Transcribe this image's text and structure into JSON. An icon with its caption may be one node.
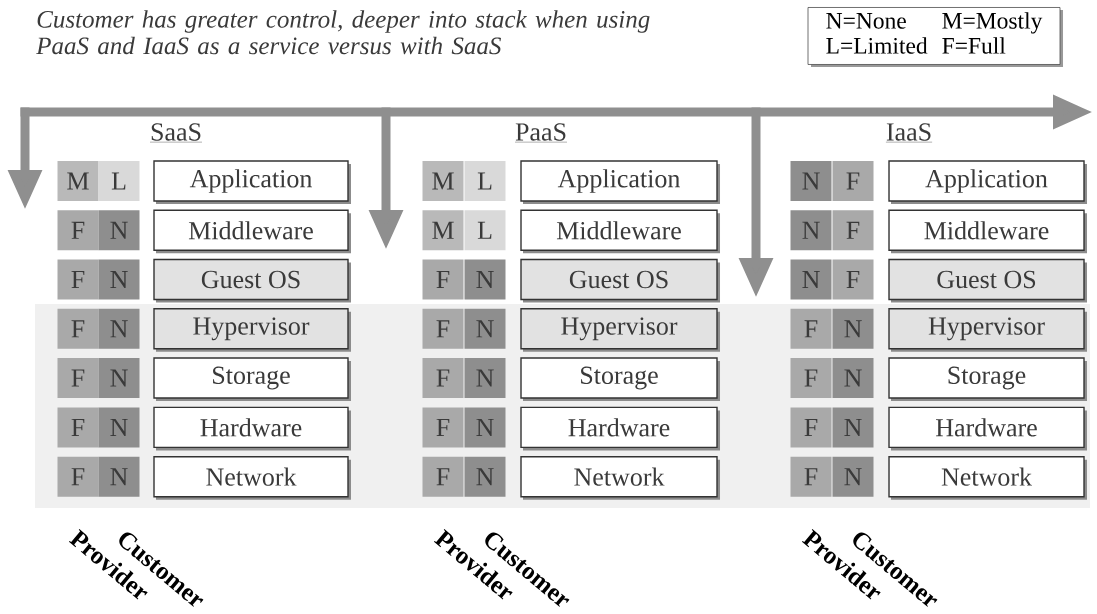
{
  "diagram": {
    "title": "Customer has greater control, deeper into stack when using PaaS and IaaS as a service versus with SaaS",
    "nodes": [
      {
        "text": [
          "N=None",
          "M=Mostly",
          "L=Limited",
          "F=Full"
        ]
      },
      {
        "text": [
          "M"
        ]
      },
      {
        "text": [
          "L"
        ]
      },
      {
        "text": [
          "Application"
        ]
      },
      {
        "text": [
          "F"
        ]
      },
      {
        "text": [
          "N"
        ]
      },
      {
        "text": [
          "Middleware"
        ]
      },
      {
        "text": [
          "F"
        ]
      },
      {
        "text": [
          "N"
        ]
      },
      {
        "text": [
          "Guest OS"
        ]
      },
      {
        "text": [
          "F"
        ]
      },
      {
        "text": [
          "N"
        ]
      },
      {
        "text": [
          "Hypervisor"
        ]
      },
      {
        "text": [
          "F"
        ]
      },
      {
        "text": [
          "N"
        ]
      },
      {
        "text": [
          "Storage"
        ]
      },
      {
        "text": [
          "F"
        ]
      },
      {
        "text": [
          "N"
        ]
      },
      {
        "text": [
          "Hardware"
        ]
      },
      {
        "text": [
          "F"
        ]
      },
      {
        "text": [
          "N"
        ]
      },
      {
        "text": [
          "Network"
        ]
      },
      {
        "text": [
          "M"
        ]
      },
      {
        "text": [
          "L"
        ]
      },
      {
        "text": [
          "Application"
        ]
      },
      {
        "text": [
          "M"
        ]
      },
      {
        "text": [
          "L"
        ]
      },
      {
        "text": [
          "Middleware"
        ]
      },
      {
        "text": [
          "F"
        ]
      },
      {
        "text": [
          "N"
        ]
      },
      {
        "text": [
          "Guest OS"
        ]
      },
      {
        "text": [
          "F"
        ]
      },
      {
        "text": [
          "N"
        ]
      },
      {
        "text": [
          "Hypervisor"
        ]
      },
      {
        "text": [
          "F"
        ]
      },
      {
        "text": [
          "N"
        ]
      },
      {
        "text": [
          "Storage"
        ]
      },
      {
        "text": [
          "F"
        ]
      },
      {
        "text": [
          "N"
        ]
      },
      {
        "text": [
          "Hardware"
        ]
      },
      {
        "text": [
          "F"
        ]
      },
      {
        "text": [
          "N"
        ]
      },
      {
        "text": [
          "Network"
        ]
      },
      {
        "text": [
          "N"
        ]
      },
      {
        "text": [
          "F"
        ]
      },
      {
        "text": [
          "Application"
        ]
      },
      {
        "text": [
          "N"
        ]
      },
      {
        "text": [
          "F"
        ]
      },
      {
        "text": [
          "Middleware"
        ]
      },
      {
        "text": [
          "N"
        ]
      },
      {
        "text": [
          "F"
        ]
      },
      {
        "text": [
          "Guest OS"
        ]
      },
      {
        "text": [
          "F"
        ]
      },
      {
        "text": [
          "N"
        ]
      },
      {
        "text": [
          "Hypervisor"
        ]
      },
      {
        "text": [
          "F"
        ]
      },
      {
        "text": [
          "N"
        ]
      },
      {
        "text": [
          "Storage"
        ]
      },
      {
        "text": [
          "F"
        ]
      },
      {
        "text": [
          "N"
        ]
      },
      {
        "text": [
          "Hardware"
        ]
      },
      {
        "text": [
          "F"
        ]
      },
      {
        "text": [
          "N"
        ]
      },
      {
        "text": [
          "Network"
        ]
      }
    ],
    "labels": [
      "SaaS",
      "PaaS",
      "IaaS",
      "Provider",
      "Customer",
      "Provider",
      "Customer",
      "Provider",
      "Customer"
    ]
  }
}
